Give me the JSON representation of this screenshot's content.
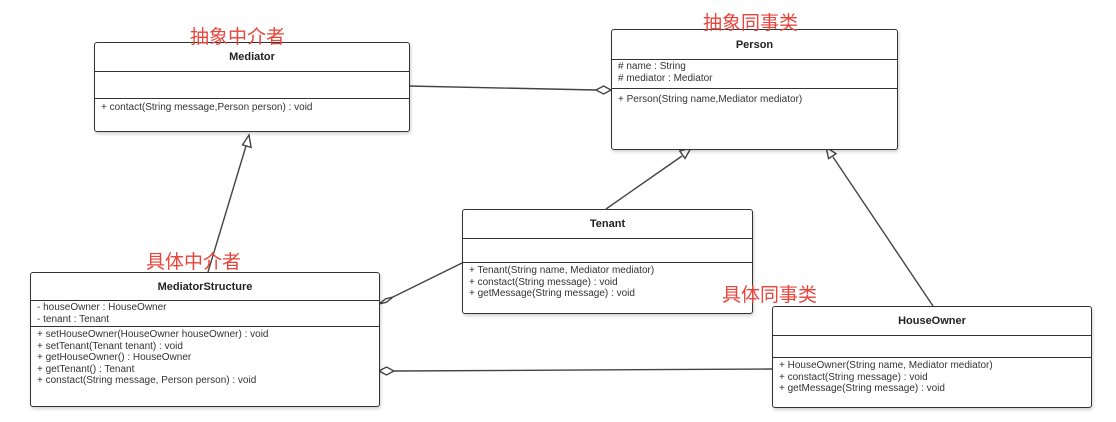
{
  "labels": {
    "abstract_mediator": "抽象中介者",
    "abstract_colleague": "抽象同事类",
    "concrete_mediator": "具体中介者",
    "concrete_colleague": "具体同事类"
  },
  "classes": {
    "mediator": {
      "name": "Mediator",
      "attributes": [],
      "methods": [
        "+ contact(String message,Person person) : void"
      ]
    },
    "person": {
      "name": "Person",
      "attributes": [
        "# name : String",
        "# mediator : Mediator"
      ],
      "methods": [
        "+ Person(String name,Mediator mediator)"
      ]
    },
    "tenant": {
      "name": "Tenant",
      "attributes": [],
      "methods": [
        "+ Tenant(String name, Mediator mediator)",
        "+ constact(String message) : void",
        "+ getMessage(String message) : void"
      ]
    },
    "mediator_structure": {
      "name": "MediatorStructure",
      "attributes": [
        "- houseOwner : HouseOwner",
        "- tenant : Tenant"
      ],
      "methods": [
        "+ setHouseOwner(HouseOwner houseOwner) : void",
        "+ setTenant(Tenant tenant) : void",
        "+ getHouseOwner() : HouseOwner",
        "+ getTenant() : Tenant",
        "+ constact(String message, Person person) : void"
      ]
    },
    "house_owner": {
      "name": "HouseOwner",
      "attributes": [],
      "methods": [
        "+ HouseOwner(String name, Mediator mediator)",
        "+ constact(String message) : void",
        "+ getMessage(String message) : void"
      ]
    }
  },
  "relations": [
    {
      "kind": "aggregation",
      "whole": "Person",
      "part": "Mediator"
    },
    {
      "kind": "generalization",
      "child": "MediatorStructure",
      "parent": "Mediator"
    },
    {
      "kind": "generalization",
      "child": "Tenant",
      "parent": "Person"
    },
    {
      "kind": "generalization",
      "child": "HouseOwner",
      "parent": "Person"
    },
    {
      "kind": "aggregation",
      "whole": "MediatorStructure",
      "part": "Tenant"
    },
    {
      "kind": "aggregation",
      "whole": "MediatorStructure",
      "part": "HouseOwner"
    }
  ]
}
